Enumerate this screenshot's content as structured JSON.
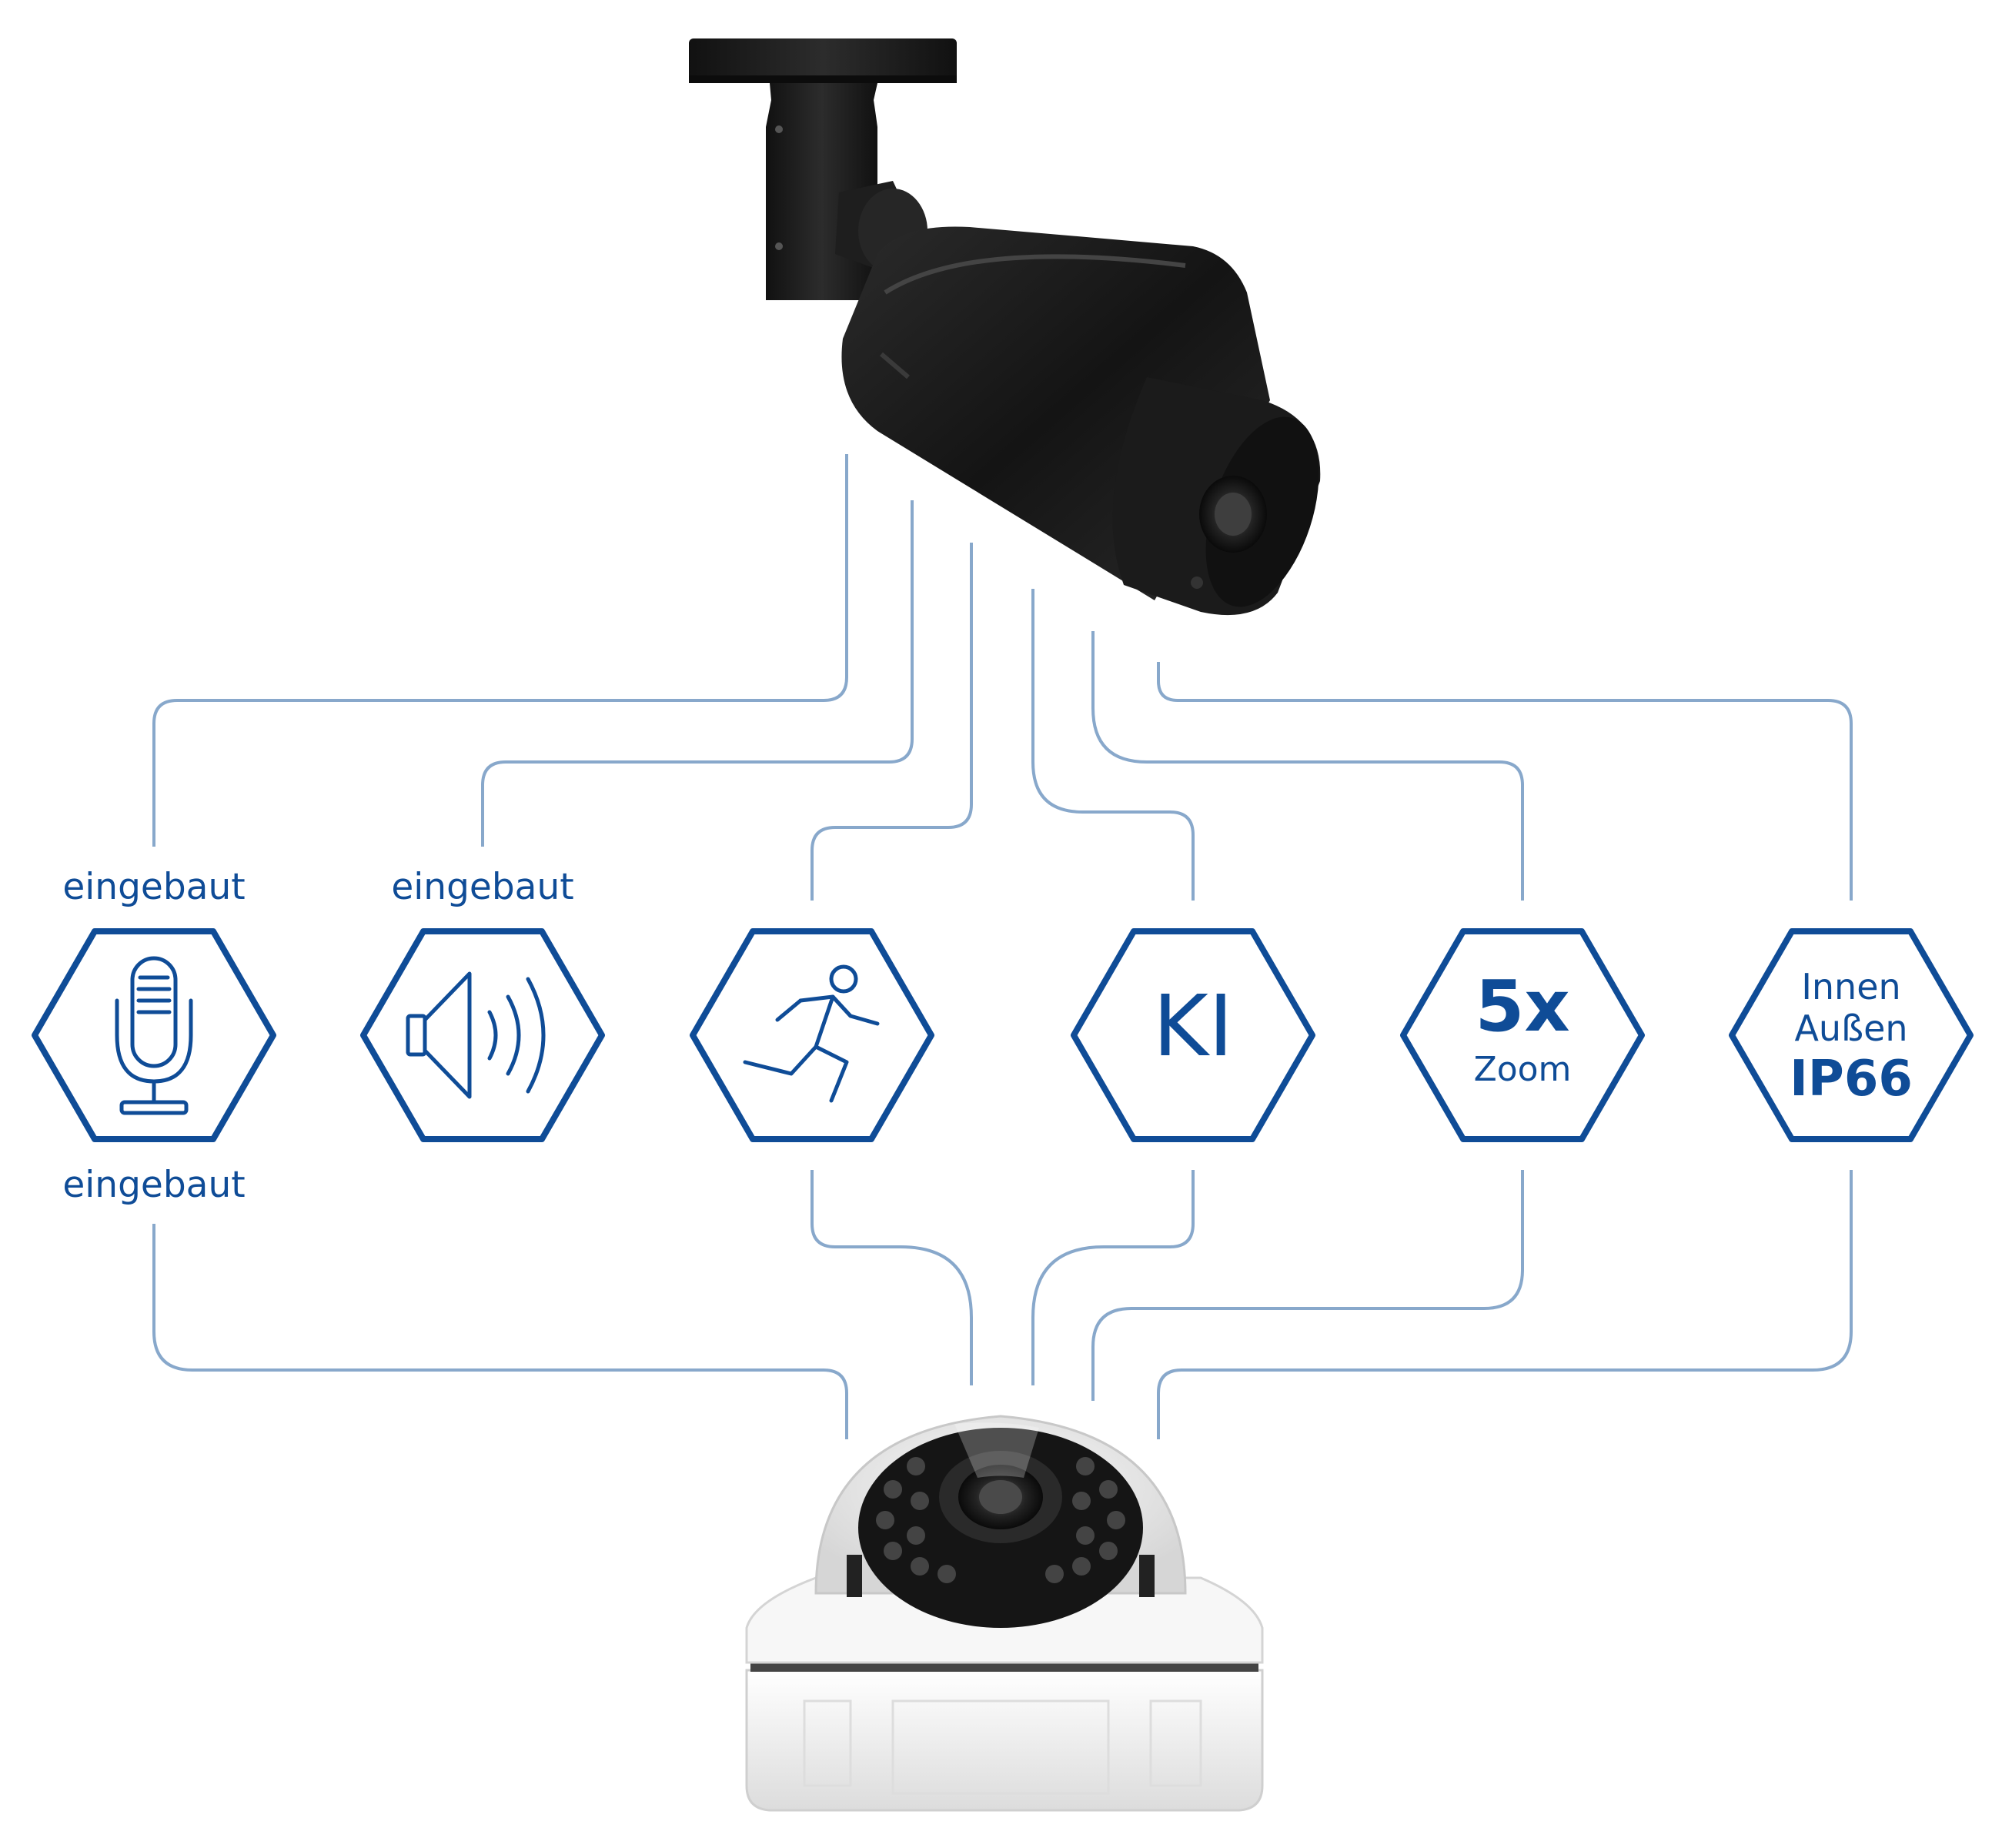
{
  "colors": {
    "brand_blue": "#0f4c97",
    "connector_blue": "#88a8cb",
    "camera_black": "#1a1a1a",
    "dome_white": "#f3f3f3"
  },
  "features": [
    {
      "id": "microphone",
      "icon": "microphone-icon",
      "label_top": "eingebaut",
      "label_bottom": "eingebaut"
    },
    {
      "id": "speaker",
      "icon": "speaker-icon",
      "label_top": "eingebaut"
    },
    {
      "id": "motion",
      "icon": "running-person-icon"
    },
    {
      "id": "ai",
      "text": "KI"
    },
    {
      "id": "zoom",
      "text_main": "5x",
      "text_sub": "Zoom"
    },
    {
      "id": "protection",
      "line1": "Innen",
      "line2": "Außen",
      "line3": "IP66"
    }
  ],
  "products": [
    {
      "name": "bullet-camera",
      "color": "black"
    },
    {
      "name": "dome-camera",
      "color": "white"
    }
  ]
}
